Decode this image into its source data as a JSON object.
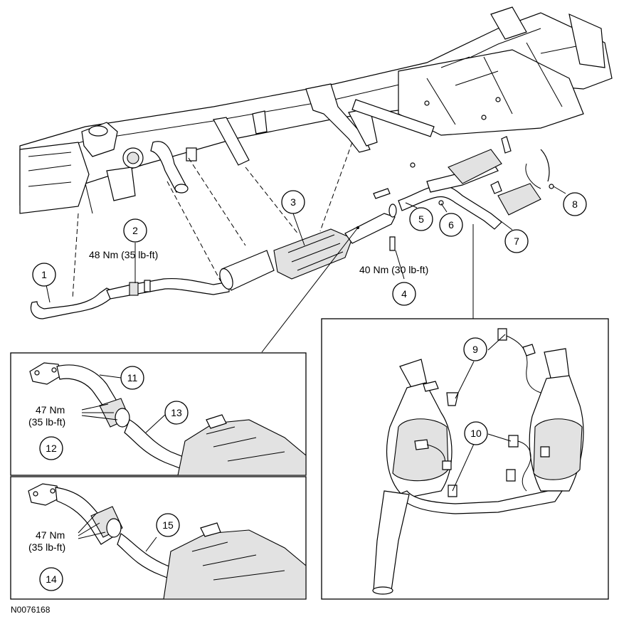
{
  "figure_id": "N0076168",
  "callouts": [
    {
      "n": "1"
    },
    {
      "n": "2"
    },
    {
      "n": "3"
    },
    {
      "n": "4"
    },
    {
      "n": "5"
    },
    {
      "n": "6"
    },
    {
      "n": "7"
    },
    {
      "n": "8"
    },
    {
      "n": "9"
    },
    {
      "n": "10"
    },
    {
      "n": "11"
    },
    {
      "n": "12"
    },
    {
      "n": "13"
    },
    {
      "n": "14"
    },
    {
      "n": "15"
    }
  ],
  "torques": {
    "t2": "48 Nm (35 lb-ft)",
    "t4": "40 Nm (30 lb-ft)",
    "t12_nm": "47 Nm",
    "t12_lbft": "(35 lb-ft)",
    "t14_nm": "47 Nm",
    "t14_lbft": "(35 lb-ft)"
  }
}
